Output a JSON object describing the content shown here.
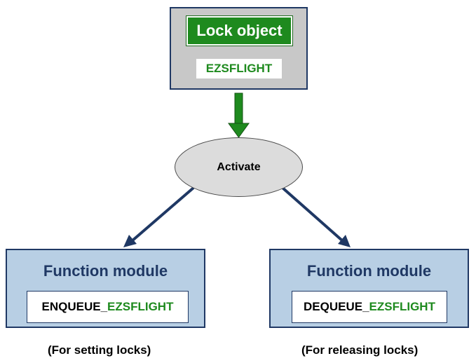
{
  "lock_object": {
    "title": "Lock object",
    "name": "EZSFLIGHT"
  },
  "activate": {
    "label": "Activate"
  },
  "modules": [
    {
      "title": "Function module",
      "prefix": "ENQUEUE_",
      "suffix": "EZSFLIGHT",
      "caption": "(For setting locks)"
    },
    {
      "title": "Function module",
      "prefix": "DEQUEUE_",
      "suffix": "EZSFLIGHT",
      "caption": "(For releasing locks)"
    }
  ],
  "colors": {
    "green": "#1e8a1e",
    "navy": "#1f3864",
    "box_blue": "#b8cfe4",
    "gray": "#c8c8c8"
  }
}
